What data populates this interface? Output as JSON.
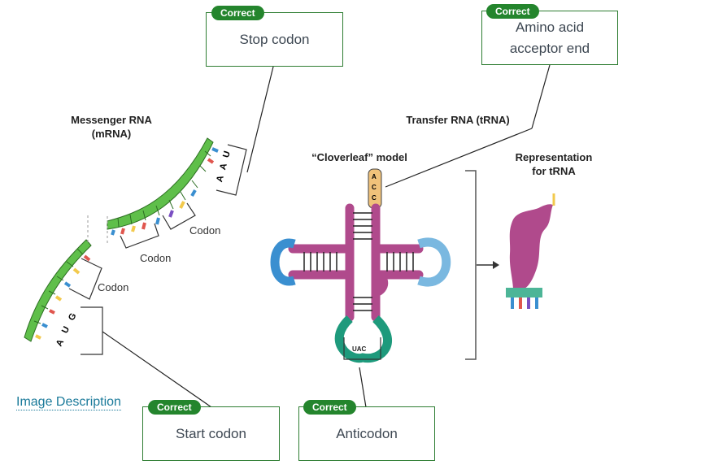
{
  "figure": {
    "mrna_title": "Messenger RNA\n(mRNA)",
    "trna_title": "Transfer RNA (tRNA)",
    "cloverleaf_title": "“Cloverleaf” model",
    "representation_title": "Representation\nfor tRNA",
    "codon_label": "Codon",
    "start_codon_letters": [
      "A",
      "U",
      "G"
    ],
    "stop_codon_letters": [
      "U",
      "A",
      "A"
    ],
    "acceptor_letters": [
      "A",
      "C",
      "C"
    ],
    "anticodon_letters": "UAC"
  },
  "answers": [
    {
      "badge": "Correct",
      "text": "Stop codon"
    },
    {
      "badge": "Correct",
      "text": "Amino acid acceptor end"
    },
    {
      "badge": "Correct",
      "text": "Start codon"
    },
    {
      "badge": "Correct",
      "text": "Anticodon"
    }
  ],
  "image_description_link": "Image Description",
  "colors": {
    "correct_green": "#24852d",
    "trna_pink": "#b04a8c",
    "loop_blue": "#3a8fd0",
    "loop_teal": "#1e9a7c",
    "mrna_green": "#5fbf4a"
  }
}
